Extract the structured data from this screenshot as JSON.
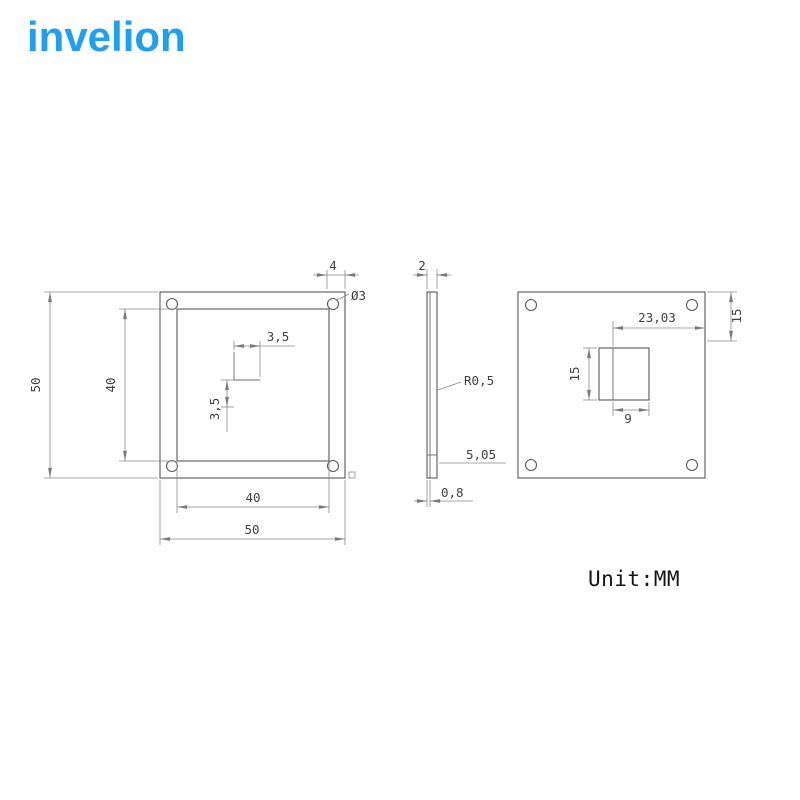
{
  "brand": {
    "logo_text": "invelion",
    "logo_color": "#1e9ff2"
  },
  "notes": {
    "unit_label": "Unit:MM"
  },
  "views": {
    "front": {
      "dims": {
        "outer_height": "50",
        "inner_height": "40",
        "step_width": "3,5",
        "step_height": "3,5",
        "hole_edge_offset": "4",
        "hole_diameter": "Ø3",
        "inner_width": "40",
        "outer_width": "50"
      }
    },
    "side": {
      "dims": {
        "thickness": "2",
        "corner_radius": "R0,5",
        "boss_height": "5,05",
        "base_thickness": "0,8"
      }
    },
    "back": {
      "dims": {
        "feature_offset": "23,03",
        "edge_to_feature": "15",
        "feature_height": "15",
        "feature_width": "9"
      }
    }
  }
}
